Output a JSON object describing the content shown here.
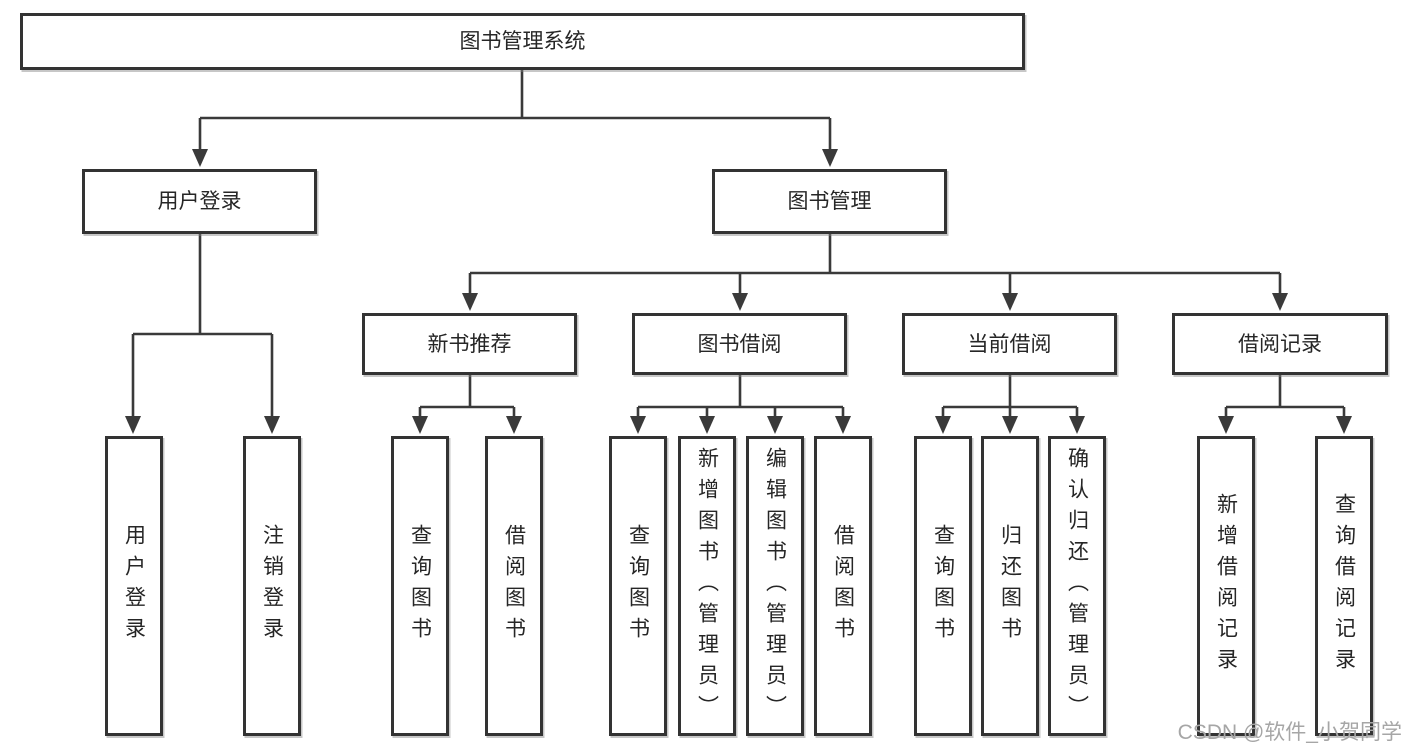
{
  "colors": {
    "line": "#3a3a3a",
    "box_border": "#333333",
    "box_bg": "#ffffff",
    "text": "#262626",
    "watermark": "#a6a6a6",
    "page_bg": "#ffffff"
  },
  "watermark": {
    "text": "CSDN @软件_小贺同学"
  },
  "tree": {
    "root": {
      "label": "图书管理系统"
    },
    "level2": [
      {
        "label": "用户登录",
        "children": [
          {
            "label": "用户登录"
          },
          {
            "label": "注销登录"
          }
        ]
      },
      {
        "label": "图书管理",
        "children": [
          {
            "label": "新书推荐",
            "children": [
              {
                "label": "查询图书"
              },
              {
                "label": "借阅图书"
              }
            ]
          },
          {
            "label": "图书借阅",
            "children": [
              {
                "label": "查询图书"
              },
              {
                "label": "新增图书（管理员）"
              },
              {
                "label": "编辑图书（管理员）"
              },
              {
                "label": "借阅图书"
              }
            ]
          },
          {
            "label": "当前借阅",
            "children": [
              {
                "label": "查询图书"
              },
              {
                "label": "归还图书"
              },
              {
                "label": "确认归还（管理员）"
              }
            ]
          },
          {
            "label": "借阅记录",
            "children": [
              {
                "label": "新增借阅记录"
              },
              {
                "label": "查询借阅记录"
              }
            ]
          }
        ]
      }
    ]
  }
}
